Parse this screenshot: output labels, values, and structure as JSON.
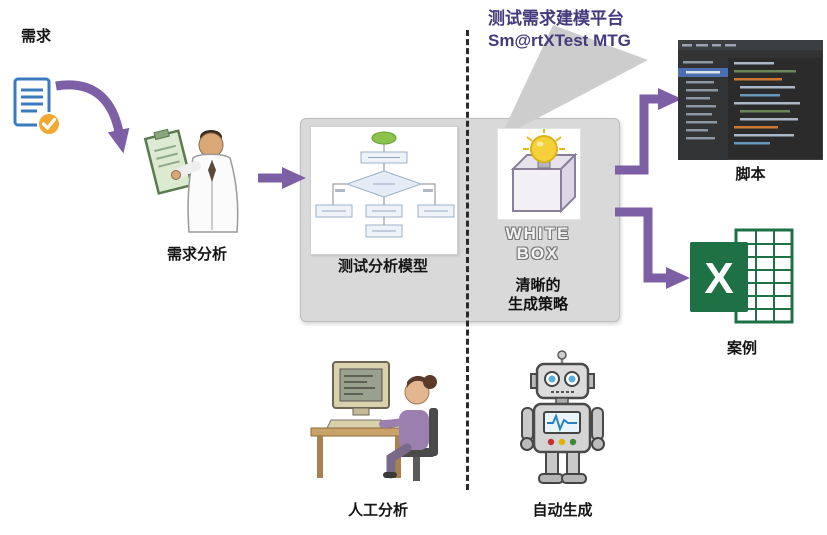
{
  "title": {
    "line1": "测试需求建模平台",
    "line2": "Sm@rtXTest MTG"
  },
  "nodes": {
    "requirements_label": "需求",
    "requirements_analysis_label": "需求分析",
    "model_label": "测试分析模型",
    "whitebox_line1": "WHITE",
    "whitebox_line2": "BOX",
    "strategy_line1": "清晰的",
    "strategy_line2": "生成策略",
    "script_label": "脚本",
    "cases_label": "案例",
    "manual_label": "人工分析",
    "auto_label": "自动生成",
    "excel_letter": "X"
  },
  "icons": {
    "requirement_doc": "document-with-check",
    "analyst": "person-analyst-illustration",
    "flowchart": "flowchart-model-thumbnail",
    "white_box": "lightbulb-in-cube",
    "script_editor": "dark-code-editor-screenshot",
    "excel": "excel-spreadsheet-icon",
    "manual": "person-at-computer-illustration",
    "auto": "robot-illustration"
  },
  "colors": {
    "arrow": "#7d5fa5",
    "title_text": "#453a7c",
    "box_bg": "#d9d9d9",
    "excel_green": "#1e7145",
    "bulb_yellow": "#f6d039",
    "divider": "#2a2a2a"
  }
}
